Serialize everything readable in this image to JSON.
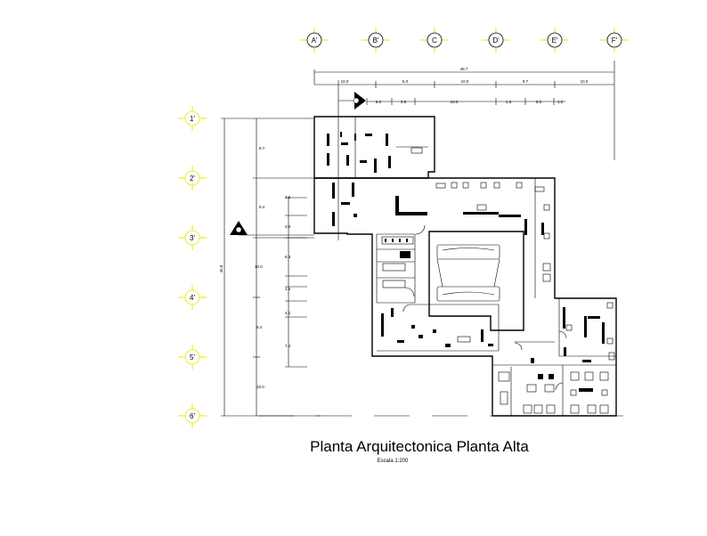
{
  "plan": {
    "title": "Planta Arquitectonica Planta Alta",
    "scale": "Escala 1:200"
  },
  "axes": {
    "columns": [
      "A'",
      "B'",
      "C",
      "D'",
      "E'",
      "F'"
    ],
    "rows": [
      "1'",
      "2'",
      "3'",
      "4'",
      "5'",
      "6'"
    ]
  },
  "dimensions": {
    "top_total": "48.7",
    "top_segments": [
      "10.0",
      "5.0",
      "10.0",
      "9.7",
      "10.0"
    ],
    "top_sub": [
      "5.0",
      "3.5",
      "10.0",
      "1.5",
      "5.0",
      "4.0"
    ],
    "left_total": "45.8",
    "left_segments": [
      "8.7",
      "8.4",
      "10.0",
      "8.4",
      "10.0"
    ],
    "left_sub": [
      "4.5",
      "3.6",
      "6.3",
      "2.6",
      "4.1",
      "7.4"
    ]
  },
  "colors": {
    "axis_marker": "#f2e600",
    "lines": "#000000"
  }
}
